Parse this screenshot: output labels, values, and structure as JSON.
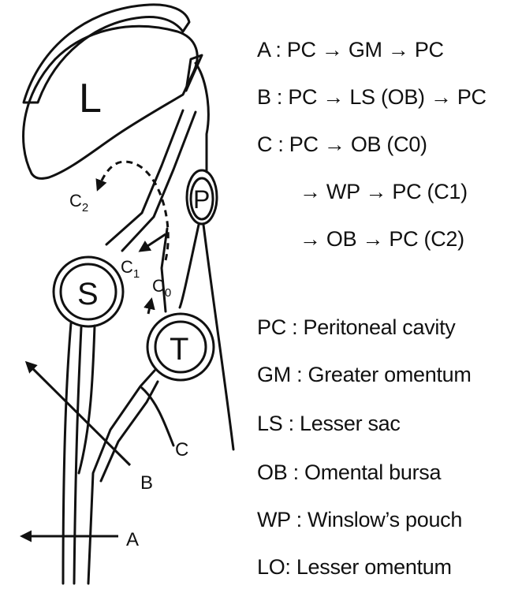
{
  "diagram": {
    "labels": {
      "liver": "L",
      "stomach": "S",
      "pancreas": "P",
      "transverse_colon": "T",
      "route_a": "A",
      "route_b": "B",
      "route_c": "C",
      "c0": "C",
      "c0_sub": "0",
      "c1": "C",
      "c1_sub": "1",
      "c2": "C",
      "c2_sub": "2"
    }
  },
  "routes": [
    "A : PC → GM → PC",
    "B : PC → LS (OB) → PC",
    "C : PC → OB (C0)",
    "→ WP → PC (C1)",
    "→ OB → PC (C2)"
  ],
  "abbreviations": [
    "PC : Peritoneal cavity",
    "GM : Greater omentum",
    "LS : Lesser sac",
    "OB : Omental bursa",
    "WP : Winslow’s pouch",
    "LO: Lesser omentum"
  ]
}
